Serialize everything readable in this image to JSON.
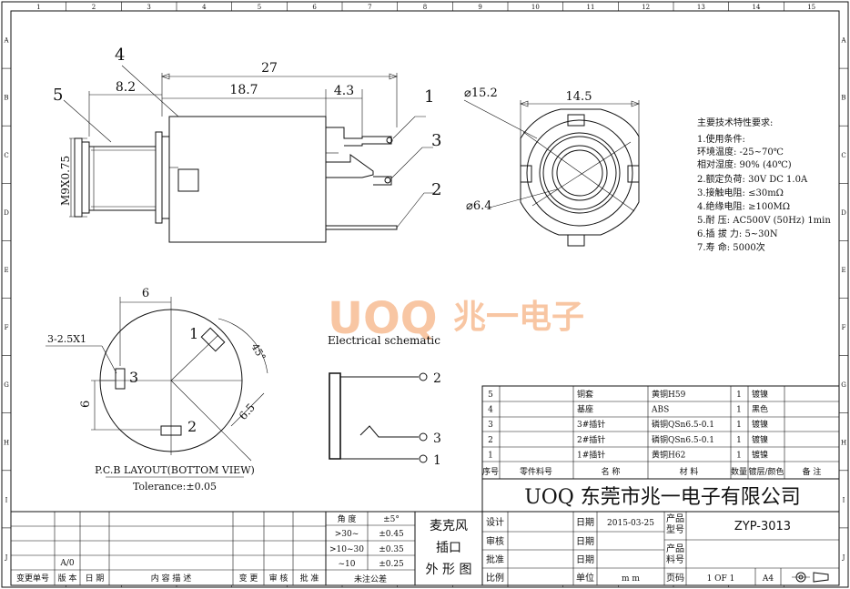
{
  "border": {
    "columns": [
      "1",
      "2",
      "3",
      "4",
      "5",
      "6",
      "7",
      "8",
      "9",
      "10",
      "11",
      "12",
      "13",
      "14",
      "15"
    ],
    "rows": [
      "A",
      "B",
      "C",
      "D",
      "E",
      "F",
      "G",
      "H",
      "I",
      "J"
    ]
  },
  "side_view": {
    "dims": {
      "total": "27",
      "front": "8.2",
      "body": "18.7",
      "pin": "4.3",
      "thread": "M9X0.75"
    },
    "callouts": [
      "4",
      "5",
      "1",
      "3",
      "2"
    ]
  },
  "front_view": {
    "dims": {
      "outer_dia": "⌀15.2",
      "width": "14.5",
      "inner_dia": "⌀6.4"
    }
  },
  "pcb_layout": {
    "dims": {
      "top": "6",
      "left": "6",
      "angle": "45°",
      "radius": "6.5",
      "holes": "3-2.5X1"
    },
    "pins": [
      "1",
      "3",
      "2"
    ],
    "title": "P.C.B LAYOUT(BOTTOM VIEW)",
    "tolerance": "Tolerance:±0.05"
  },
  "schematic": {
    "title": "Electrical schematic",
    "pins": [
      "2",
      "3",
      "1"
    ]
  },
  "specs": {
    "title": "主要技术特性要求:",
    "lines": [
      "1.使用条件:",
      "  环境温度: -25~70℃",
      "  相对湿度: 90% (40℃)",
      "2.额定负荷: 30V DC 1.0A",
      "3.接触电阻: ≤30mΩ",
      "4.绝缘电阻: ≥100MΩ",
      "5.耐    压: AC500V (50Hz) 1min",
      "6.插 拔 力: 5~30N",
      "7.寿    命: 5000次"
    ]
  },
  "watermark": {
    "latin": "UOQ",
    "cn": "兆一电子"
  },
  "bom": {
    "rows": [
      {
        "no": "5",
        "part_no": "",
        "name": "铜套",
        "material": "黄铜H59",
        "qty": "1",
        "finish": "镀镍",
        "note": ""
      },
      {
        "no": "4",
        "part_no": "",
        "name": "基座",
        "material": "ABS",
        "qty": "1",
        "finish": "黑色",
        "note": ""
      },
      {
        "no": "3",
        "part_no": "",
        "name": "3#插针",
        "material": "磷铜QSn6.5-0.1",
        "qty": "1",
        "finish": "镀镍",
        "note": ""
      },
      {
        "no": "2",
        "part_no": "",
        "name": "2#插针",
        "material": "磷铜QSn6.5-0.1",
        "qty": "1",
        "finish": "镀镍",
        "note": ""
      },
      {
        "no": "1",
        "part_no": "",
        "name": "1#插针",
        "material": "黄铜H62",
        "qty": "1",
        "finish": "镀镍",
        "note": ""
      }
    ],
    "headers": {
      "no": "序号",
      "part_no": "零件料号",
      "name": "名    称",
      "material": "材      料",
      "qty": "数量",
      "finish": "镀层/颜色",
      "note": "备  注"
    }
  },
  "company": "UOQ 东莞市兆一电子有限公司",
  "title_block": {
    "design": "设计",
    "check": "审核",
    "approve": "批准",
    "ratio": "比例",
    "date": "日期",
    "date_value": "2015-03-25",
    "unit": "单位",
    "unit_value": "m m",
    "page": "页码",
    "page_value": "1 OF 1",
    "size": "A4",
    "product_model": "产品\n型号",
    "model_value": "ZYP-3013",
    "product_no": "产品\n料号"
  },
  "product_name": {
    "line1": "麦克风",
    "line2": "插口",
    "line3": "外 形 图"
  },
  "tolerance_table": {
    "header": {
      "angle": "角 度",
      "angle_tol": "±5°"
    },
    "rows": [
      {
        "range": ">30~",
        "tol": "±0.45"
      },
      {
        "range": ">10~30",
        "tol": "±0.35"
      },
      {
        "range": "~10",
        "tol": "±0.25"
      }
    ],
    "footer": "未注公差"
  },
  "revision": {
    "ao": "A/0",
    "headers": [
      "变更单号",
      "版 本",
      "日 期",
      "内 容 描 述",
      "变 更",
      "审 核",
      "批 准"
    ]
  }
}
